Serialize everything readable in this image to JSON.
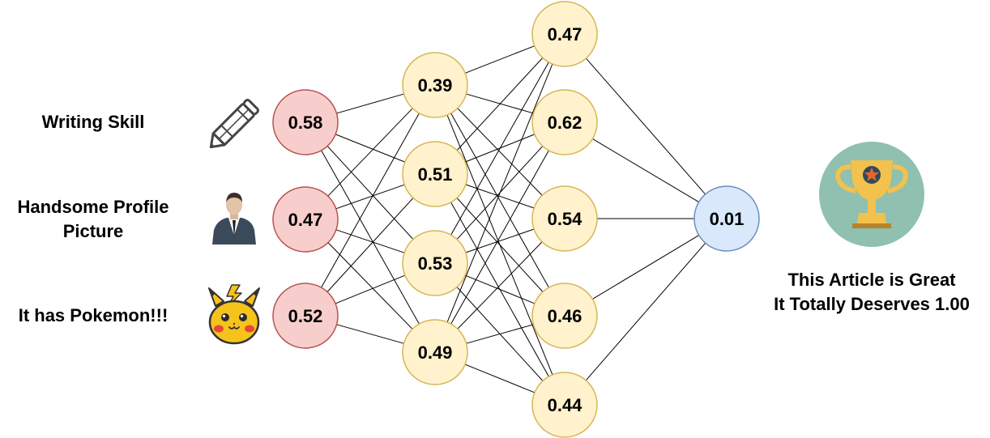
{
  "inputs": [
    {
      "label": "Writing Skill",
      "value": "0.58",
      "icon": "pencil-icon"
    },
    {
      "label_lines": [
        "Handsome Profile",
        "Picture"
      ],
      "value": "0.47",
      "icon": "businessman-icon"
    },
    {
      "label": "It has Pokemon!!!",
      "value": "0.52",
      "icon": "pikachu-icon"
    }
  ],
  "hidden_layer_1": [
    "0.39",
    "0.51",
    "0.53",
    "0.49"
  ],
  "hidden_layer_2": [
    "0.47",
    "0.62",
    "0.54",
    "0.46",
    "0.44"
  ],
  "output": {
    "value": "0.01",
    "icon": "trophy-icon"
  },
  "caption": {
    "line1": "This Article is Great",
    "line2": "It Totally Deserves 1.00"
  },
  "colors": {
    "input_fill": "#f8cecc",
    "input_stroke": "#b85450",
    "hidden_fill": "#fff2cc",
    "hidden_stroke": "#d6b656",
    "output_fill": "#dae8fc",
    "output_stroke": "#6c8ebf",
    "trophy_bg": "#8fc0b0",
    "trophy_gold": "#f2c14e",
    "trophy_star": "#e8642c"
  }
}
